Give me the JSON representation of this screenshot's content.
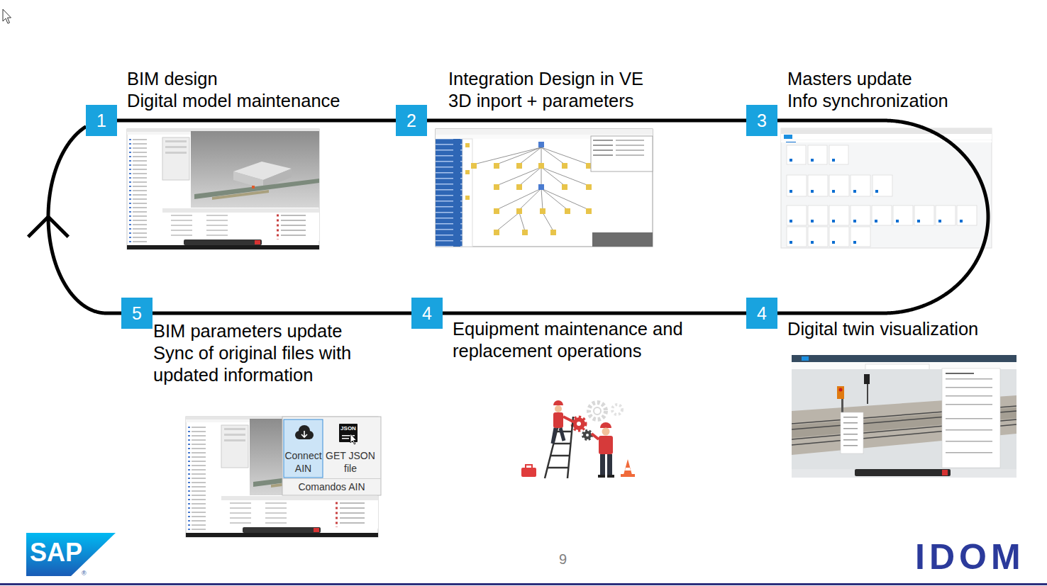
{
  "diagram": {
    "nodes": [
      {
        "text": [
          "1",
          "BIM design",
          "Digital model maintenance"
        ]
      },
      {
        "text": [
          "2",
          "Integration Design in VE",
          "3D inport + parameters"
        ]
      },
      {
        "text": [
          "3",
          "Masters update",
          "Info synchronization"
        ]
      },
      {
        "text": [
          "5",
          "BIM parameters update",
          "Sync of original files with updated information"
        ]
      },
      {
        "text": [
          "4",
          "Equipment maintenance and replacement operations"
        ]
      },
      {
        "text": [
          "4",
          "Digital twin visualization"
        ]
      }
    ],
    "edges": [
      {
        "from": 0,
        "to": 1,
        "arrow": "none"
      },
      {
        "from": 1,
        "to": 2,
        "arrow": "none"
      },
      {
        "from": 2,
        "to": 5,
        "arrow": "none"
      },
      {
        "from": 5,
        "to": 4,
        "arrow": "none"
      },
      {
        "from": 4,
        "to": 3,
        "arrow": "none"
      },
      {
        "from": 3,
        "to": 0,
        "arrow": "to"
      }
    ],
    "labels": [
      "Connect AIN",
      "GET JSON file",
      "JSON",
      "Comandos AIN",
      "9",
      "SAP",
      "®",
      "IDOM"
    ]
  }
}
